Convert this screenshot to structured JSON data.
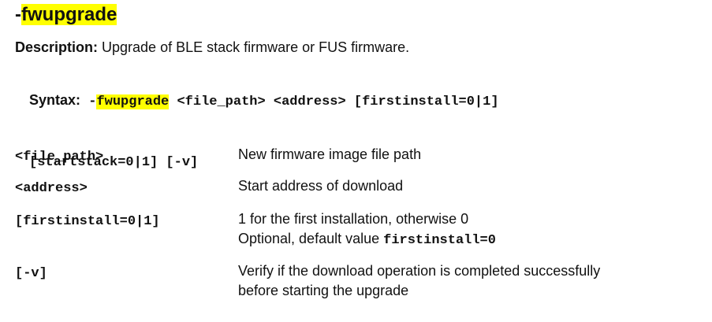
{
  "heading": {
    "prefix": "-",
    "command": "fwupgrade"
  },
  "description": {
    "label": "Description:",
    "text": " Upgrade of BLE stack firmware or FUS firmware."
  },
  "syntax": {
    "label": "Syntax:",
    "prefix": " -",
    "command": "fwupgrade",
    "args_line1": " <file_path> <address> [firstinstall=0|1]",
    "args_line2": "[startstack=0|1] [-v]"
  },
  "parameters": [
    {
      "name": "<file_path>",
      "lines": [
        "New firmware image file path"
      ]
    },
    {
      "name": "<address>",
      "lines": [
        "Start address of download"
      ]
    },
    {
      "name": "[firstinstall=0|1]",
      "lines": [
        "1 for the first installation, otherwise 0"
      ],
      "optional_text": "Optional, default value ",
      "optional_code": "firstinstall=0"
    },
    {
      "name": "[-v]",
      "lines": [
        "Verify if the download operation is completed successfully",
        "before starting the upgrade"
      ]
    }
  ],
  "colors": {
    "highlight": "#ffff00",
    "text": "#111111"
  }
}
